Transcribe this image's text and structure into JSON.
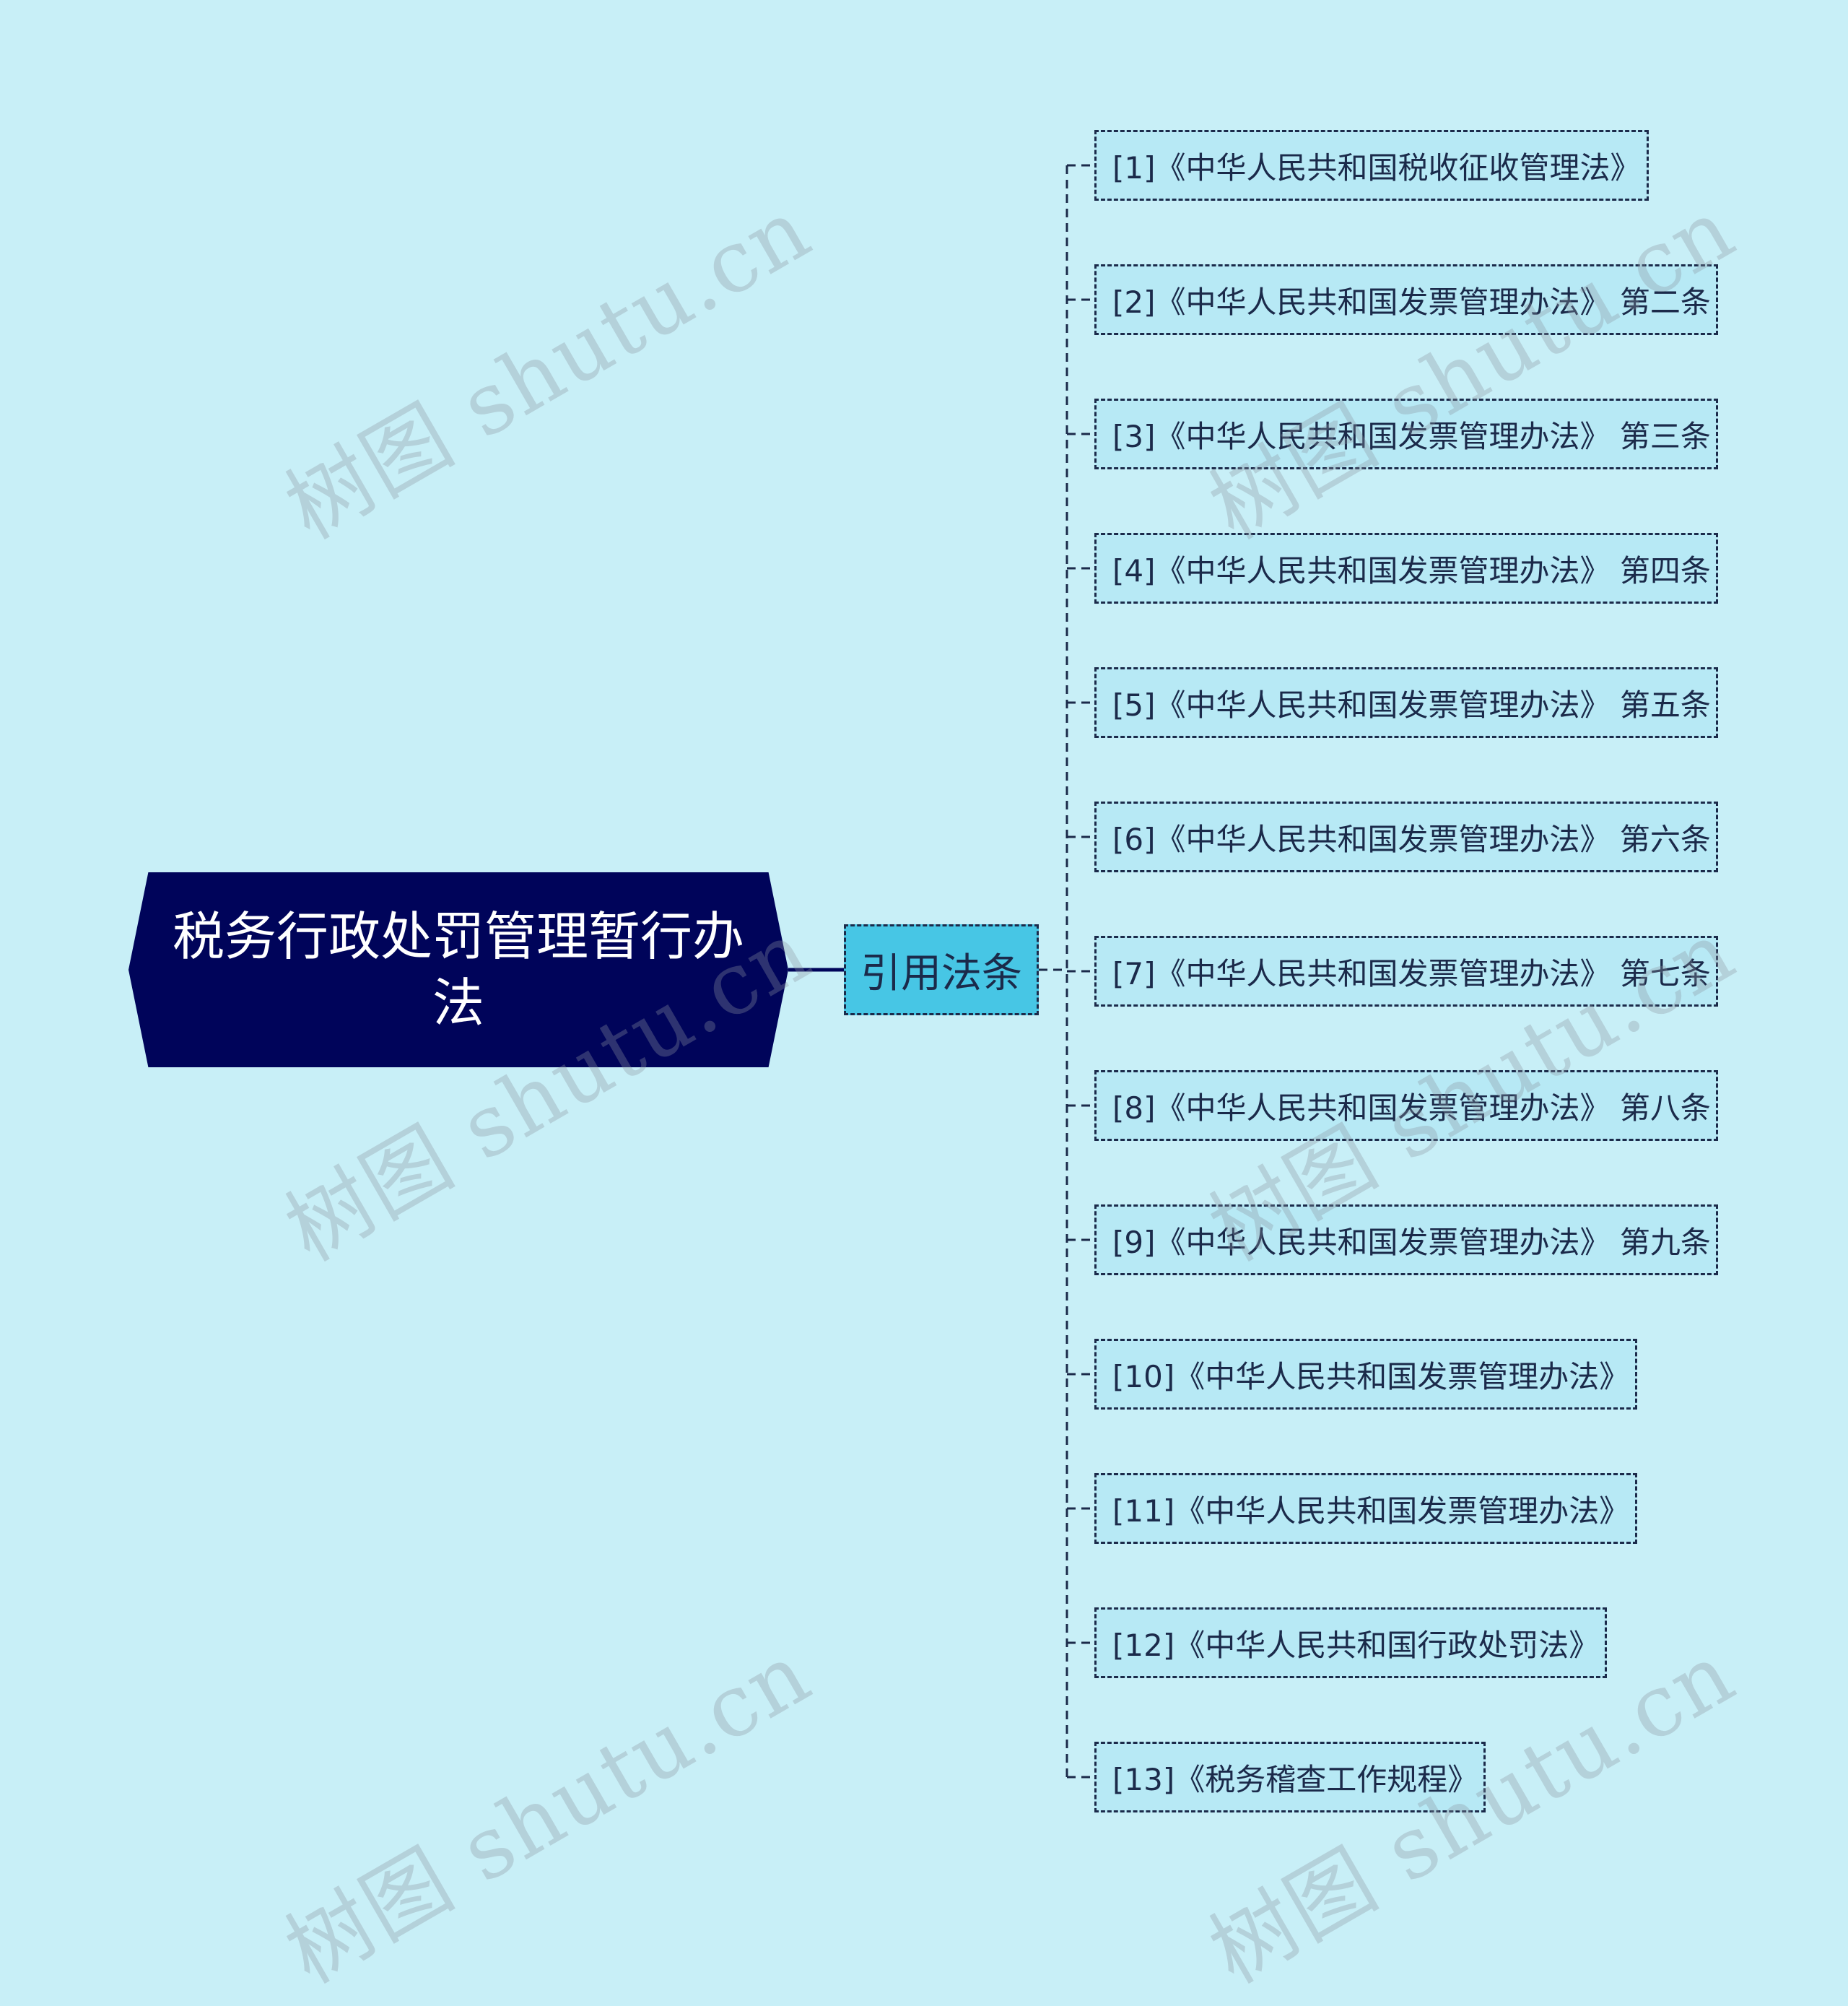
{
  "watermark": "树图 shutu.cn",
  "root": {
    "label": "税务行政处罚管理暂行办法"
  },
  "branch": {
    "label": "引用法条"
  },
  "leaves": [
    "[1]《中华人民共和国税收征收管理法》",
    "[2]《中华人民共和国发票管理办法》 第二条",
    "[3]《中华人民共和国发票管理办法》 第三条",
    "[4]《中华人民共和国发票管理办法》 第四条",
    "[5]《中华人民共和国发票管理办法》 第五条",
    "[6]《中华人民共和国发票管理办法》 第六条",
    "[7]《中华人民共和国发票管理办法》 第七条",
    "[8]《中华人民共和国发票管理办法》 第八条",
    "[9]《中华人民共和国发票管理办法》 第九条",
    "[10]《中华人民共和国发票管理办法》",
    "[11]《中华人民共和国发票管理办法》",
    "[12]《中华人民共和国行政处罚法》",
    "[13]《税务稽查工作规程》"
  ],
  "colors": {
    "background": "#c8eff7",
    "root_fill": "#00045a",
    "branch_fill": "#47c6e5",
    "leaf_fill": "#b7e9f5",
    "line": "#1b2a4a"
  }
}
